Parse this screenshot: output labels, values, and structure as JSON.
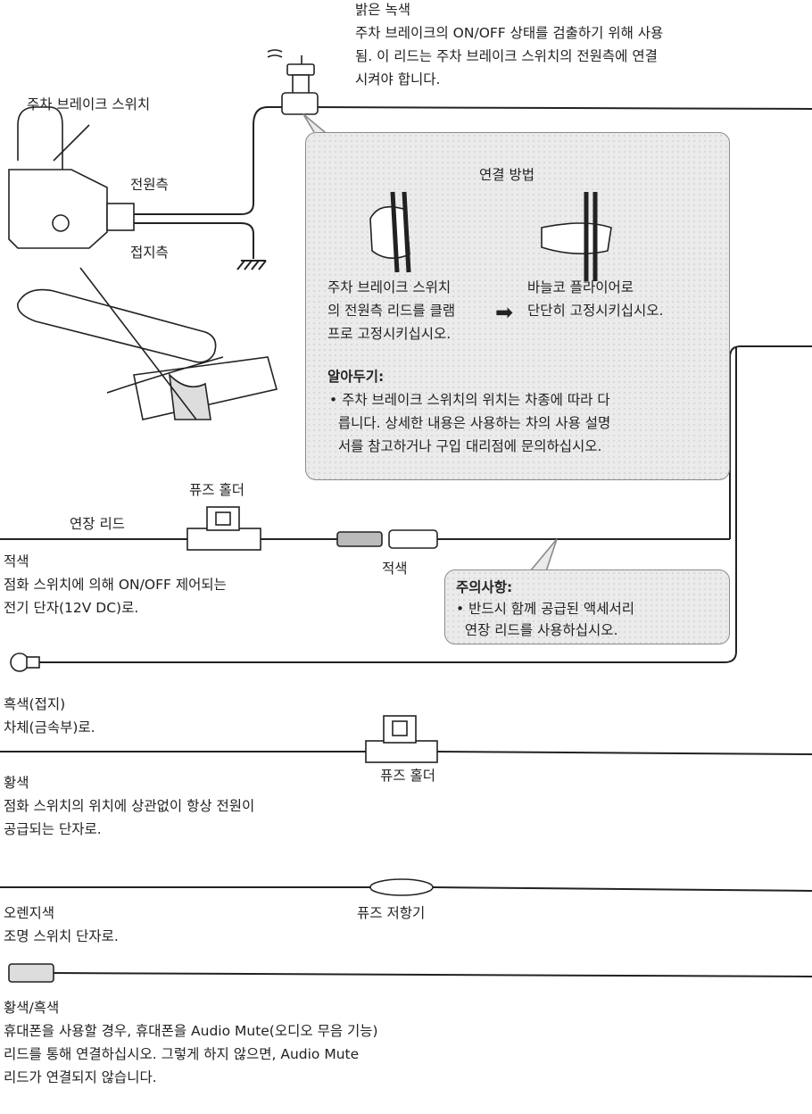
{
  "labels": {
    "light_green": "밝은 녹색",
    "light_green_desc": [
      "주차 브레이크의 ON/OFF 상태를 검출하기 위해 사용",
      "됨. 이 리드는 주차 브레이크 스위치의 전원측에 연결",
      "시켜야 합니다."
    ],
    "parking_brake_switch": "주차 브레이크 스위치",
    "power_side": "전원측",
    "ground_side": "접지측",
    "fuse_holder_top": "퓨즈 홀더",
    "extension_lead": "연장 리드",
    "red_main": "적색",
    "red_main_desc": [
      "점화 스위치에 의해 ON/OFF 제어되는",
      "전기 단자(12V DC)로."
    ],
    "red_connector": "적색",
    "black": "흑색(접지)",
    "black_desc": "차체(금속부)로.",
    "fuse_holder_mid": "퓨즈 홀더",
    "yellow": "황색",
    "yellow_desc": [
      "점화 스위치의 위치에 상관없이 항상 전원이",
      "공급되는 단자로."
    ],
    "fuse_resistor": "퓨즈 저항기",
    "orange": "오렌지색",
    "orange_desc": "조명 스위치 단자로.",
    "yellow_black": "황색/흑색",
    "yellow_black_desc": [
      "휴대폰을 사용할 경우, 휴대폰을 Audio Mute(오디오 무음 기능)",
      "리드를 통해 연결하십시오. 그렇게 하지 않으면, Audio Mute",
      "리드가 연결되지 않습니다."
    ]
  },
  "connection_box": {
    "title": "연결 방법",
    "left_text": [
      "주차 브레이크 스위치",
      "의 전원측 리드를 클램",
      "프로 고정시키십시오."
    ],
    "right_text": [
      "바늘코 플라이어로",
      "단단히 고정시키십시오."
    ],
    "note_title": "알아두기:",
    "note_lines": [
      "• 주차 브레이크 스위치의 위치는 차종에 따라 다",
      "  릅니다. 상세한 내용은 사용하는 차의 사용 설명",
      "  서를 참고하거나 구입 대리점에 문의하십시오."
    ]
  },
  "caution_box": {
    "title": "주의사항:",
    "lines": [
      "• 반드시 함께 공급된 액세서리",
      "  연장 리드를 사용하십시오."
    ]
  }
}
